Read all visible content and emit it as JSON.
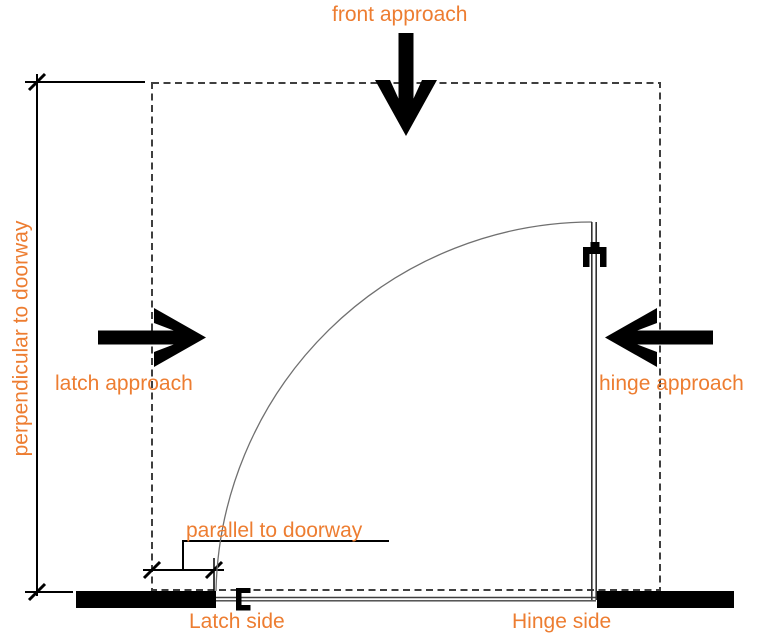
{
  "diagram": {
    "title": "Door maneuvering clearance diagram",
    "labels": {
      "front_approach": "front approach",
      "latch_approach": "latch approach",
      "hinge_approach": "hinge approach",
      "perpendicular_to_doorway": "perpendicular to doorway",
      "parallel_to_doorway": "parallel to doorway",
      "latch_side": "Latch side",
      "hinge_side": "Hinge side"
    },
    "colors": {
      "label_orange": "#ED7D31",
      "line_black": "#000000",
      "dashed_outline_gray": "#3F3F3F",
      "door_swing_arc_gray": "#707070"
    },
    "arrows": [
      {
        "name": "front-approach-arrow",
        "direction": "down"
      },
      {
        "name": "latch-approach-arrow",
        "direction": "right"
      },
      {
        "name": "hinge-approach-arrow",
        "direction": "left"
      }
    ],
    "shapes": [
      {
        "name": "clearance-area-dashed-outline"
      },
      {
        "name": "door-swing-arc"
      },
      {
        "name": "door-panel"
      },
      {
        "name": "hinge-symbol"
      },
      {
        "name": "latch-symbol"
      },
      {
        "name": "latch-side-wall"
      },
      {
        "name": "hinge-side-wall"
      },
      {
        "name": "perpendicular-dimension-line"
      },
      {
        "name": "parallel-dimension-line"
      }
    ]
  }
}
